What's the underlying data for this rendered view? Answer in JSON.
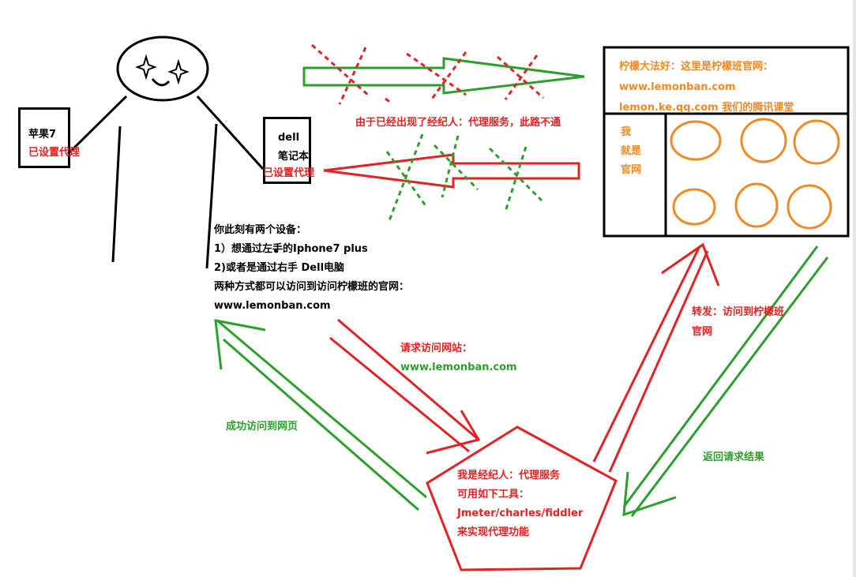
{
  "person": {
    "left_device": {
      "name": "苹果7",
      "status": "已设置代理"
    },
    "right_device": {
      "name": "dell",
      "type": "笔记本",
      "status": "已设置代理"
    }
  },
  "devices_note": {
    "lines": [
      "你此刻有两个设备：",
      "1）想通过左手的Iphone7 plus",
      "2)或者是通过右手 Dell电脑",
      "两种方式都可以访问到访问柠檬班的官网：",
      "www.lemonban.com"
    ]
  },
  "blocked_note": "由于已经出现了经纪人：代理服务，此路不通",
  "website": {
    "header_lines": [
      "柠檬大法好：这里是柠檬班官网：",
      "www.lemonban.com",
      "lemon.ke.qq.com 我们的腾讯课堂"
    ],
    "side_label": [
      "我",
      "就是",
      "官网"
    ]
  },
  "proxy": {
    "lines": [
      "我是经纪人：代理服务",
      "可用如下工具：",
      "Jmeter/charles/fiddler",
      "来实现代理功能"
    ]
  },
  "arrows": {
    "request_label": "请求访问网站：",
    "request_url": "www.lemonban.com",
    "forward_label": [
      "转发：访问到柠檬班",
      "官网"
    ],
    "return_label": "返回请求结果",
    "success_label": "成功访问到网页"
  },
  "colors": {
    "red": "#e32222",
    "green": "#2ca02c",
    "orange": "#f08a24",
    "black": "#000000"
  }
}
